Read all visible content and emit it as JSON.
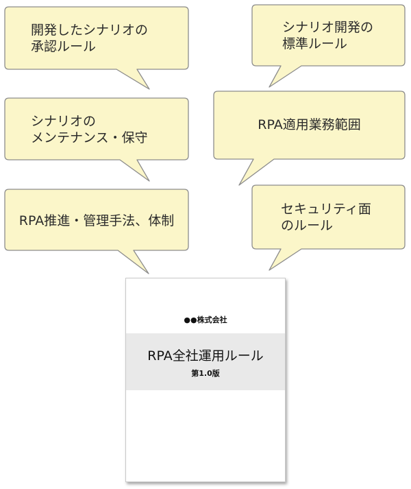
{
  "colors": {
    "bubble_fill": "#fbf6c9",
    "bubble_stroke": "#8c8c8c",
    "document_band": "#e9e9e9"
  },
  "bubbles": [
    {
      "lines": [
        "開発したシナリオの",
        "承認ルール"
      ]
    },
    {
      "lines": [
        "シナリオ開発の",
        "標準ルール"
      ]
    },
    {
      "lines": [
        "シナリオの",
        "メンテナンス・保守"
      ]
    },
    {
      "lines": [
        "RPA適用業務範囲"
      ]
    },
    {
      "lines": [
        "RPA推進・管理手法、体制"
      ]
    },
    {
      "lines": [
        "セキュリティ面",
        "のルール"
      ]
    }
  ],
  "document": {
    "company": "●●株式会社",
    "title": "RPA全社運用ルール",
    "version": "第1.0版"
  }
}
